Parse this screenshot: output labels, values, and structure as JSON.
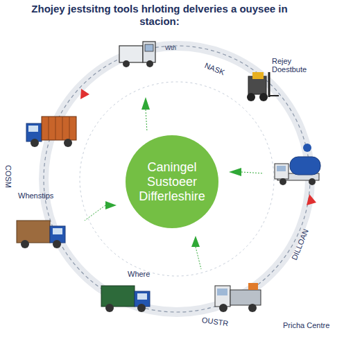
{
  "diagram": {
    "title": "Zhojey jestsitng tools hrloting delveries a ouysee in stacion:",
    "nodes": [
      {
        "text": [
          "Caningel Sustoeer Differleshire"
        ]
      }
    ],
    "labels": [
      "Wth",
      "NASK",
      "Rejey Doestbute",
      "Whenstips",
      "COSM",
      "DILLOAN",
      "Where",
      "OUSTR",
      "Pricha Centre"
    ]
  }
}
